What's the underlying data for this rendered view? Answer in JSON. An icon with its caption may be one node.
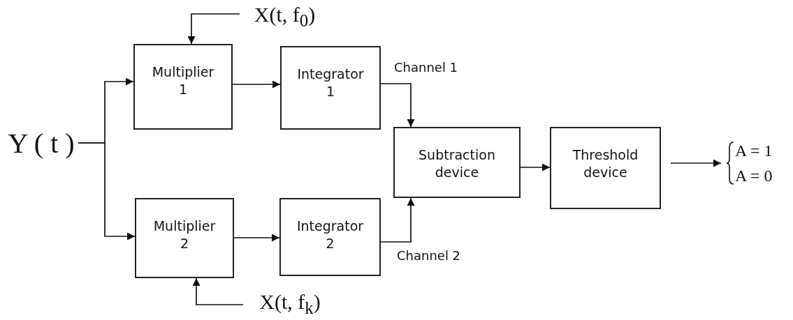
{
  "diagram": {
    "nodes": [
      {
        "text": [
          "Y ( t )"
        ]
      },
      {
        "text": [
          "X(t, f$_{0}$)"
        ]
      },
      {
        "text": [
          "Multiplier 1"
        ]
      },
      {
        "text": [
          "Integrator 1"
        ]
      },
      {
        "text": [
          "X(t, f$_{k}$)"
        ]
      },
      {
        "text": [
          "Multiplier 2"
        ]
      },
      {
        "text": [
          "Integrator 2"
        ]
      },
      {
        "text": [
          "Subtraction device"
        ]
      },
      {
        "text": [
          "Threshold device"
        ]
      },
      {
        "text": [
          "A = 1",
          "A = 0"
        ]
      }
    ],
    "edges": [
      {
        "from": 0,
        "to": 2,
        "arrow": "to"
      },
      {
        "from": 0,
        "to": 5,
        "arrow": "to"
      },
      {
        "from": 1,
        "to": 2,
        "arrow": "to"
      },
      {
        "from": 4,
        "to": 5,
        "arrow": "to"
      },
      {
        "from": 2,
        "to": 3,
        "arrow": "to"
      },
      {
        "from": 5,
        "to": 6,
        "arrow": "to"
      },
      {
        "from": 3,
        "to": 7,
        "arrow": "to",
        "label": "Channel 1"
      },
      {
        "from": 6,
        "to": 7,
        "arrow": "to",
        "label": "Channel 2"
      },
      {
        "from": 7,
        "to": 8,
        "arrow": "to"
      },
      {
        "from": 8,
        "to": 9,
        "arrow": "to"
      }
    ]
  }
}
